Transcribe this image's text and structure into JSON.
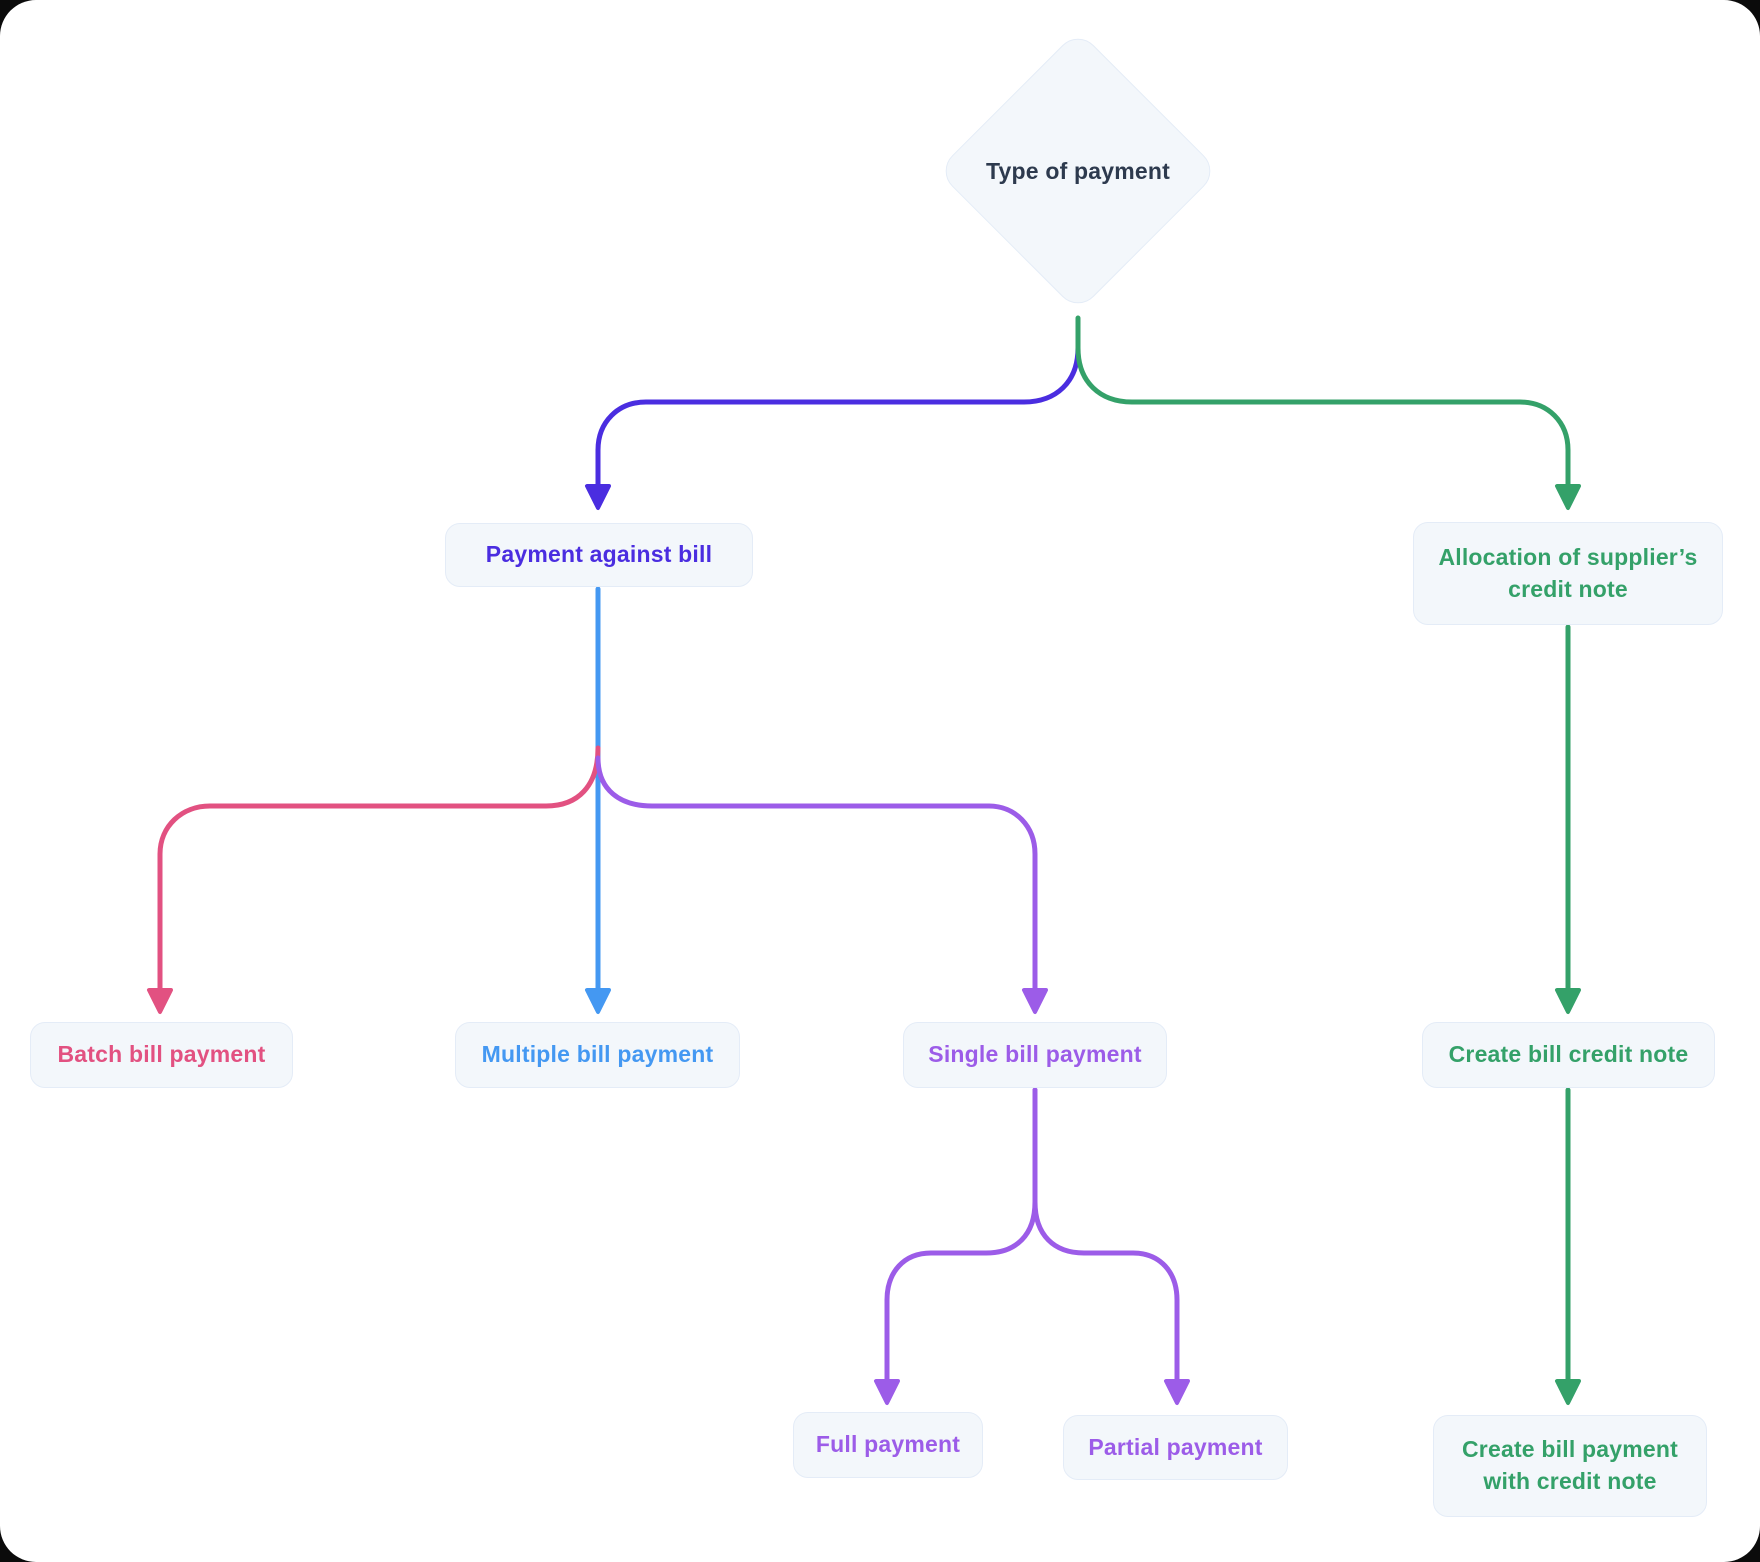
{
  "colors": {
    "indigo": "#4a2de0",
    "green": "#34a169",
    "blue": "#4498f2",
    "pink": "#e25181",
    "purple": "#9c5ce8",
    "text_dark": "#2d3a4e",
    "node_bg": "#f3f7fb",
    "node_border": "#e4ecf7"
  },
  "nodes": {
    "type_of_payment": {
      "label": "Type of payment"
    },
    "payment_against_bill": {
      "label": "Payment against bill"
    },
    "allocation_supplier_credit_note": {
      "label": "Allocation of supplier’s credit note"
    },
    "batch_bill_payment": {
      "label": "Batch bill payment"
    },
    "multiple_bill_payment": {
      "label": "Multiple bill payment"
    },
    "single_bill_payment": {
      "label": "Single bill payment"
    },
    "create_bill_credit_note": {
      "label": "Create bill credit note"
    },
    "full_payment": {
      "label": "Full payment"
    },
    "partial_payment": {
      "label": "Partial payment"
    },
    "create_bill_payment_with_credit_note": {
      "label": "Create bill payment with credit note"
    }
  }
}
